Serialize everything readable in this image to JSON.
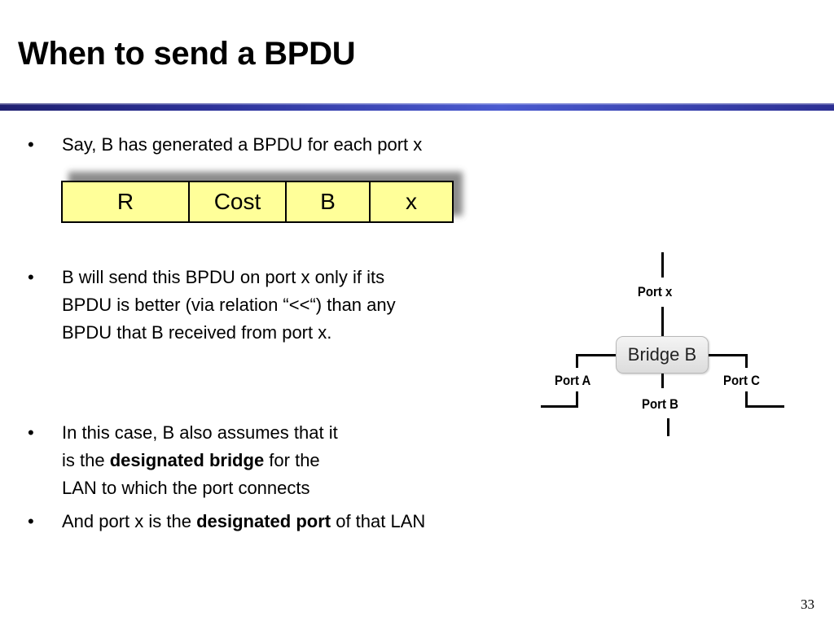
{
  "slide": {
    "title": "When to send a BPDU",
    "page_number": "33",
    "accent_color": "#2d3299"
  },
  "bullets": {
    "b1": "Say, B has generated a BPDU  for each port x",
    "b2_lines": [
      "B will send this BPDU on port x only if its",
      "BPDU is better (via relation “<<“) than any",
      "BPDU that B received from port x."
    ],
    "b3": {
      "line1": "In this case, B also assumes that it",
      "line2_pre": "is the ",
      "line2_bold": "designated bridge",
      "line2_post": " for the",
      "line3": "LAN to which the port connects"
    },
    "b4": {
      "pre": "And port x is the ",
      "bold": "designated port",
      "post": " of that LAN"
    },
    "bullet_char": "•"
  },
  "bpdu_table": {
    "fill_color": "#ffff99",
    "fields": [
      "R",
      "Cost",
      "B",
      "x"
    ]
  },
  "diagram": {
    "bridge_label": "Bridge B",
    "port_x": "Port x",
    "port_a": "Port A",
    "port_b": "Port B",
    "port_c": "Port C"
  }
}
